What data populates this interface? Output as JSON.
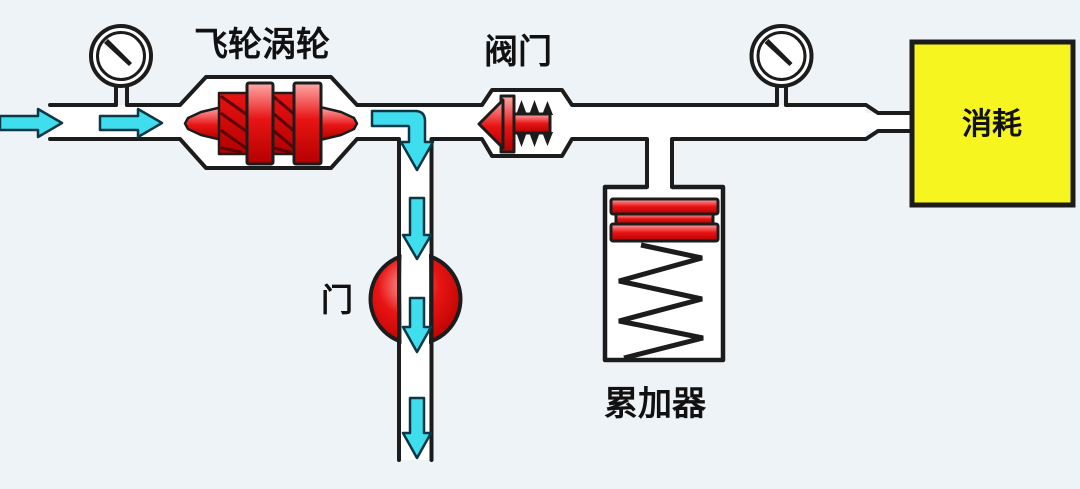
{
  "diagram": {
    "type": "hydraulic-flow-schematic",
    "background": "#eef3f8",
    "labels": {
      "turbine": "飞轮涡轮",
      "valve": "阀门",
      "gate": "门",
      "accumulator": "累加器",
      "consumer": "消耗"
    },
    "colors": {
      "background": "#eef3f8",
      "pipe-stroke": "#1c1c1c",
      "pipe-fill": "#ffffff",
      "arrow-fill": "#3fdeee",
      "arrow-stroke": "#0c3845",
      "red-dark": "#b40000",
      "red-mid": "#e81414",
      "red-light": "#ffaaaa",
      "blade-line": "#5c0000",
      "consumer-fill": "#f7f520",
      "text": "#111111"
    },
    "components": [
      {
        "id": "inlet-flow-arrows",
        "description": "two cyan arrows entering inlet pipe, flow left to right"
      },
      {
        "id": "pressure-gauge-upstream",
        "description": "round gauge with needle on inlet pipe"
      },
      {
        "id": "flywheel-turbine",
        "label_key": "turbine",
        "description": "red turbine rotor inside widened pipe section"
      },
      {
        "id": "branch-junction-flow",
        "description": "cyan elbow arrow turning downward into branch pipe"
      },
      {
        "id": "gate-valve",
        "label_key": "gate",
        "description": "red ball gate on vertical branch pipe with downward flow arrows"
      },
      {
        "id": "screw-valve",
        "label_key": "valve",
        "description": "red poppet valve with spring inside raised pipe section"
      },
      {
        "id": "accumulator",
        "label_key": "accumulator",
        "description": "container with red piston on top of coil spring"
      },
      {
        "id": "pressure-gauge-downstream",
        "description": "round gauge with needle before consumer"
      },
      {
        "id": "consumer",
        "label_key": "consumer",
        "description": "yellow box where flow is consumed"
      }
    ]
  }
}
